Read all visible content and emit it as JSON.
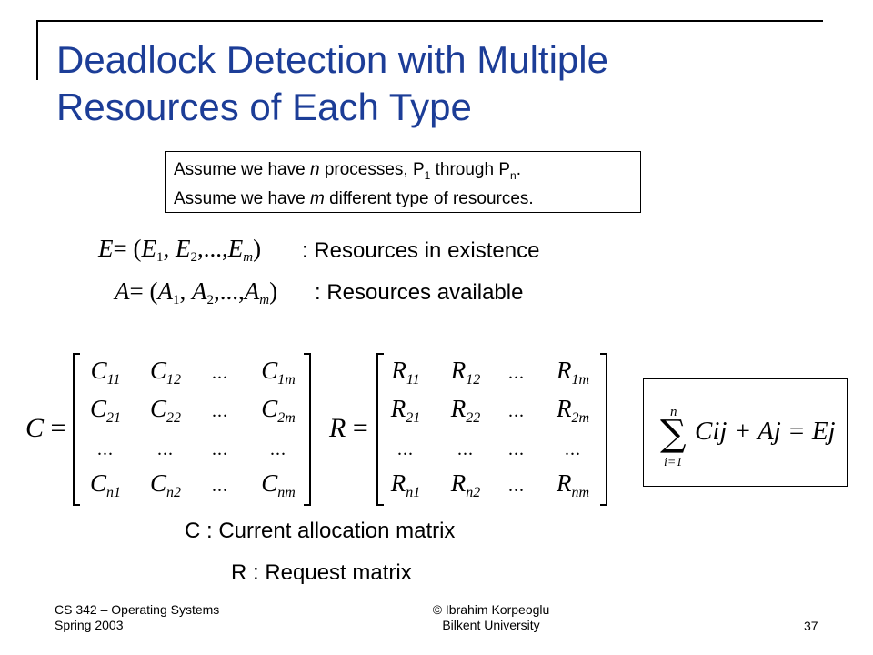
{
  "slide": {
    "title_line1": "Deadlock Detection with Multiple",
    "title_line2": "Resources of Each Type"
  },
  "assumptions": {
    "line1_before": "Assume we have ",
    "line1_n": "n",
    "line1_middle": " processes, P",
    "line1_sub1": "1",
    "line1_through": " through P",
    "line1_subn": "n",
    "line1_end": ".",
    "line2_before": "Assume we have ",
    "line2_m": "m",
    "line2_end": " different type of resources."
  },
  "vectors": {
    "E": {
      "lhs": "E",
      "eq": "= (",
      "c1": "E",
      "s1": "1",
      "c2": "E",
      "s2": "2",
      "mid": ",...,",
      "cm": "E",
      "sm": "m",
      "close": ")",
      "desc": ": Resources  in existence"
    },
    "A": {
      "lhs": "A",
      "eq": "= (",
      "c1": "A",
      "s1": "1",
      "c2": "A",
      "s2": "2",
      "mid": ",...,",
      "cm": "A",
      "sm": "m",
      "close": ")",
      "desc": ": Resources  available"
    }
  },
  "matrices": {
    "C": {
      "name": "C",
      "eq": "=",
      "rows": [
        [
          [
            "C",
            "11"
          ],
          [
            "C",
            "12"
          ],
          [
            "...",
            ""
          ],
          [
            "C",
            "1m"
          ]
        ],
        [
          [
            "C",
            "21"
          ],
          [
            "C",
            "22"
          ],
          [
            "...",
            ""
          ],
          [
            "C",
            "2m"
          ]
        ],
        [
          [
            "...",
            ""
          ],
          [
            "...",
            ""
          ],
          [
            "...",
            ""
          ],
          [
            "...",
            ""
          ]
        ],
        [
          [
            "C",
            "n1"
          ],
          [
            "C",
            "n2"
          ],
          [
            "...",
            ""
          ],
          [
            "C",
            "nm"
          ]
        ]
      ],
      "caption": "C : Current allocation matrix"
    },
    "R": {
      "name": "R",
      "eq": "=",
      "rows": [
        [
          [
            "R",
            "11"
          ],
          [
            "R",
            "12"
          ],
          [
            "...",
            ""
          ],
          [
            "R",
            "1m"
          ]
        ],
        [
          [
            "R",
            "21"
          ],
          [
            "R",
            "22"
          ],
          [
            "...",
            ""
          ],
          [
            "R",
            "2m"
          ]
        ],
        [
          [
            "...",
            ""
          ],
          [
            "...",
            ""
          ],
          [
            "...",
            ""
          ],
          [
            "...",
            ""
          ]
        ],
        [
          [
            "R",
            "n1"
          ],
          [
            "R",
            "n2"
          ],
          [
            "...",
            ""
          ],
          [
            "R",
            "nm"
          ]
        ]
      ],
      "caption": "R : Request matrix"
    }
  },
  "sum_formula": {
    "upper": "n",
    "sigma": "∑",
    "lower": "i=1",
    "expr": "Cij + Aj = Ej"
  },
  "footer": {
    "course": "CS 342 – Operating Systems",
    "term": "Spring 2003",
    "copyright": "© Ibrahim Korpeoglu",
    "university": "Bilkent University",
    "page": "37"
  },
  "colors": {
    "title": "#1c3d97",
    "frame": "#000000"
  }
}
